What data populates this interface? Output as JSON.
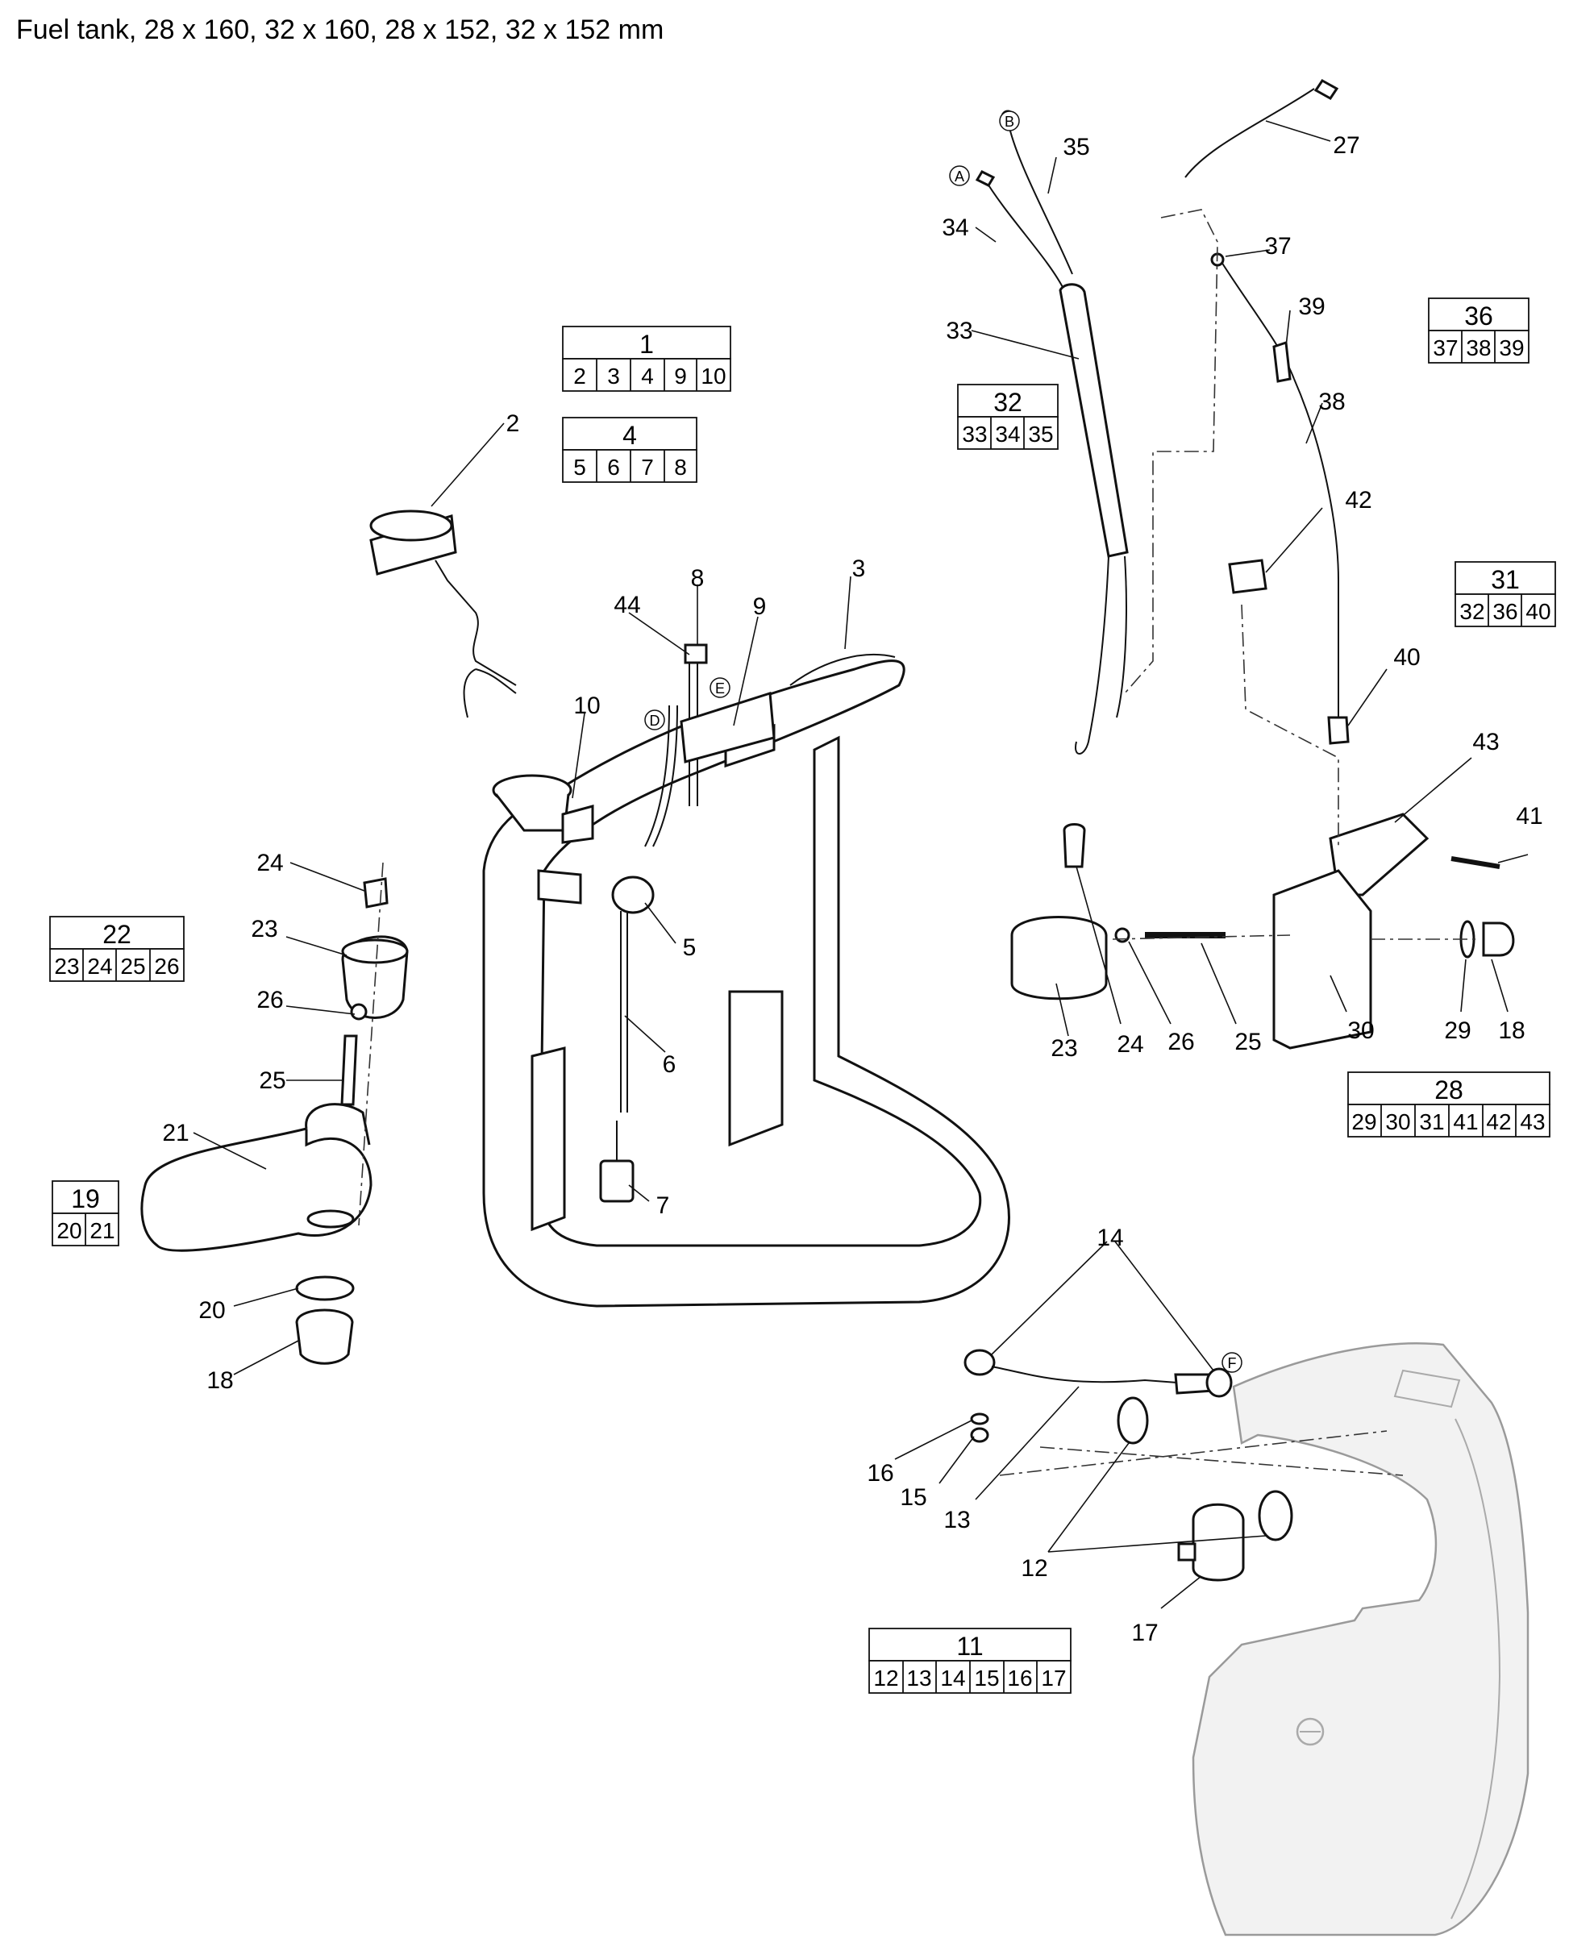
{
  "title": "Fuel tank, 28 x 160, 32 x 160, 28 x 152, 32 x 152 mm",
  "ref_markers": [
    "A",
    "B",
    "D",
    "E",
    "F"
  ],
  "callouts": [
    "2",
    "3",
    "5",
    "6",
    "7",
    "8",
    "9",
    "10",
    "12",
    "13",
    "14",
    "15",
    "16",
    "17",
    "18",
    "18",
    "20",
    "21",
    "23",
    "23",
    "24",
    "24",
    "25",
    "25",
    "26",
    "26",
    "27",
    "29",
    "30",
    "33",
    "34",
    "35",
    "37",
    "38",
    "39",
    "40",
    "41",
    "42",
    "43",
    "44"
  ],
  "kits": [
    {
      "main": "1",
      "items": [
        "2",
        "3",
        "4",
        "9",
        "10"
      ]
    },
    {
      "main": "4",
      "items": [
        "5",
        "6",
        "7",
        "8"
      ]
    },
    {
      "main": "32",
      "items": [
        "33",
        "34",
        "35"
      ]
    },
    {
      "main": "36",
      "items": [
        "37",
        "38",
        "39"
      ]
    },
    {
      "main": "31",
      "items": [
        "32",
        "36",
        "40"
      ]
    },
    {
      "main": "22",
      "items": [
        "23",
        "24",
        "25",
        "26"
      ]
    },
    {
      "main": "28",
      "items": [
        "29",
        "30",
        "31",
        "41",
        "42",
        "43"
      ]
    },
    {
      "main": "19",
      "items": [
        "20",
        "21"
      ]
    },
    {
      "main": "11",
      "items": [
        "12",
        "13",
        "14",
        "15",
        "16",
        "17"
      ]
    }
  ]
}
